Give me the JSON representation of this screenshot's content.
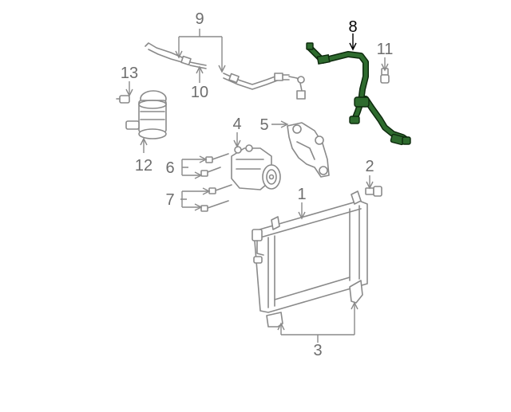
{
  "labels": {
    "l1": "1",
    "l2": "2",
    "l3": "3",
    "l4": "4",
    "l5": "5",
    "l6": "6",
    "l7": "7",
    "l8": "8",
    "l9": "9",
    "l10": "10",
    "l11": "11",
    "l12": "12",
    "l13": "13"
  },
  "colors": {
    "highlight_part": "#2e6b2e",
    "highlight_outline": "#0d2a0d",
    "normal_part": "#8a8a8a",
    "normal_label": "#6e6e6e",
    "highlight_label": "#000000"
  },
  "highlighted_part": "8"
}
